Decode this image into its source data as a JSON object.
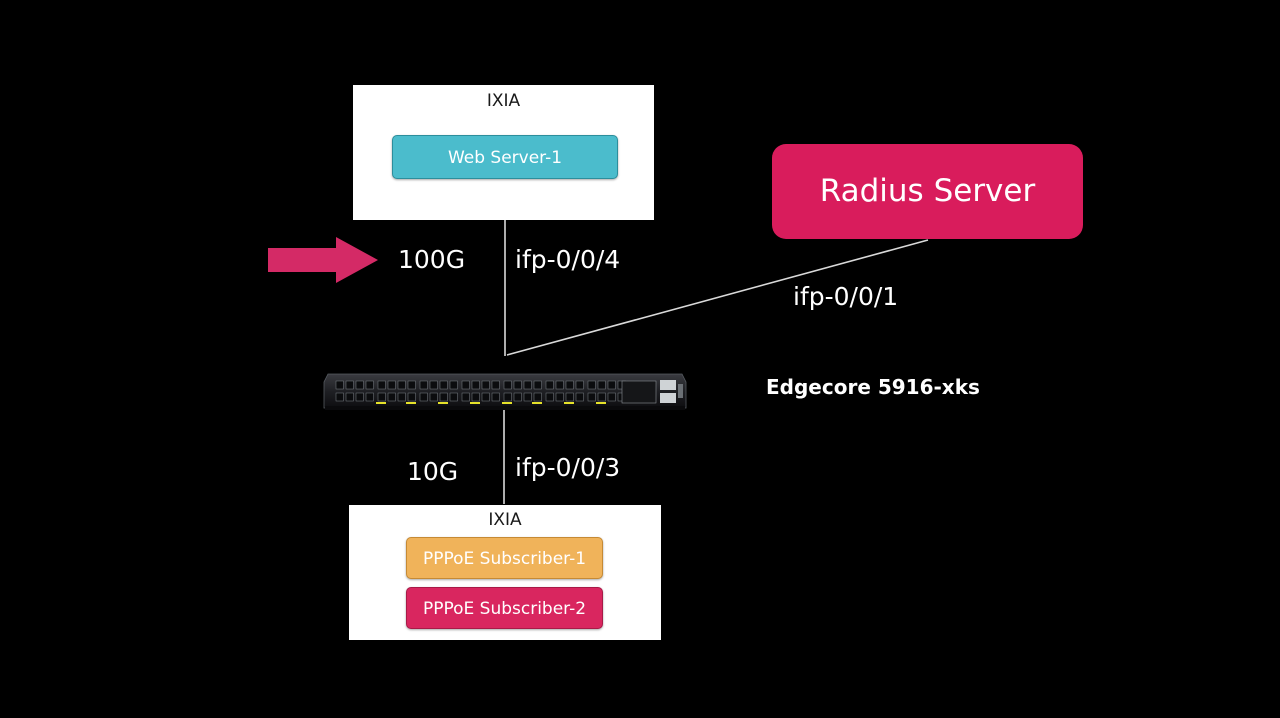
{
  "colors": {
    "background": "#000000",
    "panel": "#ffffff",
    "web_server": "#4bbccc",
    "subscriber_1": "#f0b35a",
    "subscriber_2": "#d9265f",
    "radius": "#d91c5c",
    "arrow": "#d42a66",
    "wire": "#d9d9d9"
  },
  "top_ixia": {
    "title": "IXIA",
    "web_server": "Web Server-1"
  },
  "bottom_ixia": {
    "title": "IXIA",
    "subscriber_1": "PPPoE Subscriber-1",
    "subscriber_2": "PPPoE Subscriber-2"
  },
  "radius": {
    "label": "Radius Server"
  },
  "links": {
    "top_speed": "100G",
    "top_port": "ifp-0/0/4",
    "radius_port": "ifp-0/0/1",
    "bottom_speed": "10G",
    "bottom_port": "ifp-0/0/3"
  },
  "switch": {
    "label": "Edgecore 5916-xks"
  }
}
